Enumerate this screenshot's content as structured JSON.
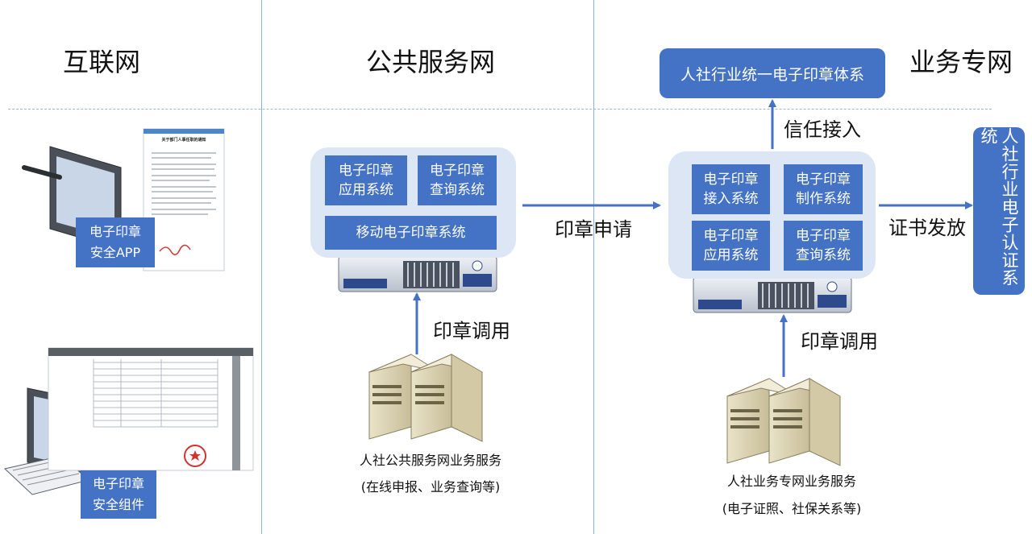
{
  "zones": {
    "internet": "互联网",
    "public_service_net": "公共服务网",
    "business_net": "业务专网"
  },
  "public_panel": {
    "box1": "电子印章\n应用系统",
    "box2": "电子印章\n查询系统",
    "box3": "移动电子印章系统"
  },
  "business_panel": {
    "box1": "电子印章\n接入系统",
    "box2": "电子印章\n制作系统",
    "box3": "电子印章\n应用系统",
    "box4": "电子印章\n查询系统"
  },
  "top_system": "人社行业统一电子印章体系",
  "side_system": "人社行业电子认证系统",
  "labels": {
    "trust_access": "信任接入",
    "seal_apply": "印章申请",
    "cert_issue": "证书发放",
    "seal_call_left": "印章调用",
    "seal_call_right": "印章调用"
  },
  "servers": {
    "public_name": "人社公共服务网业务服务",
    "public_desc": "(在线申报、业务查询等)",
    "business_name": "人社业务专网业务服务",
    "business_desc": "(电子证照、社保关系等)"
  },
  "devices": {
    "tablet_label": "电子印章\n安全APP",
    "desktop_label": "电子印章\n安全组件",
    "doc_title": "关于部门人事任职的通知"
  },
  "colors": {
    "accent": "#4472c4",
    "panel_bg": "#dce6f4",
    "line": "#8fb0d8"
  }
}
